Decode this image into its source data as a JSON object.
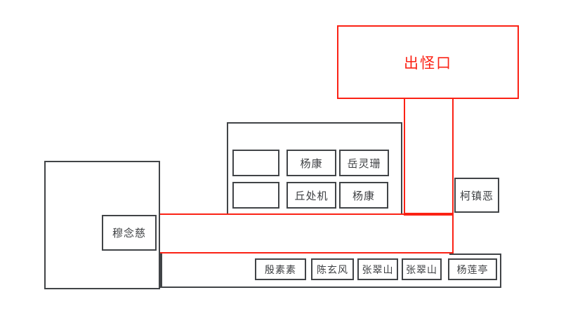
{
  "diagram": {
    "spawn_label": "出怪口",
    "grid_cells": {
      "r1c1": "",
      "r1c2": "杨康",
      "r1c3": "岳灵珊",
      "r2c1": "",
      "r2c2": "丘处机",
      "r2c3": "杨康"
    },
    "left_label": "穆念慈",
    "right_label": "柯镇恶",
    "bottom_cells": [
      "殷素素",
      "陈玄风",
      "张翠山",
      "张翠山",
      "杨莲亭"
    ],
    "colors": {
      "path_red": "#fb2215",
      "line_dark": "#414447",
      "text": "#3e4043",
      "background": "#ffffff"
    }
  }
}
